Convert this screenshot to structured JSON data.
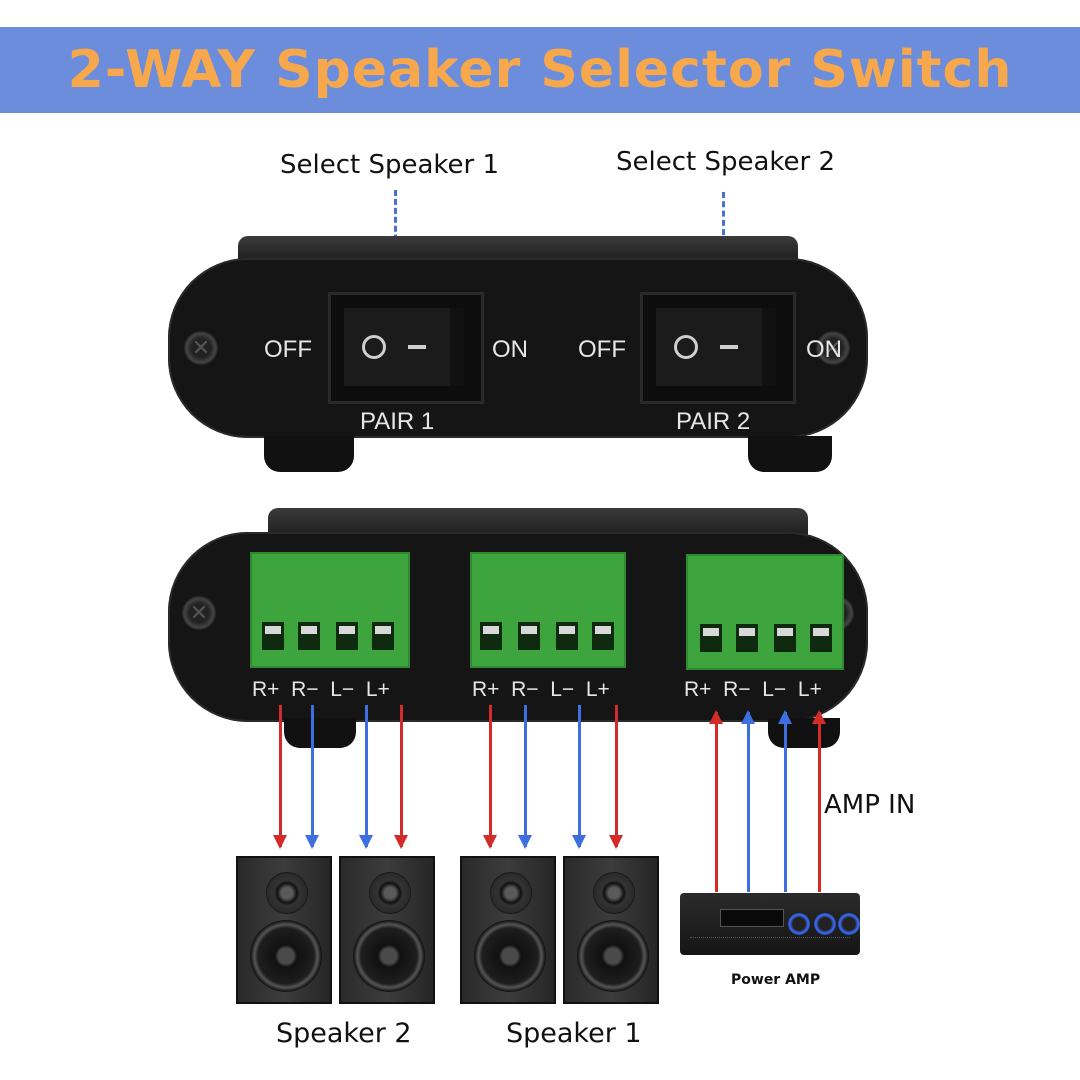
{
  "banner": {
    "title": "2-WAY Speaker Selector Switch",
    "bg_color": "#6b8ddb",
    "text_color": "#f7a84c"
  },
  "callouts": {
    "select_speaker_1": "Select Speaker 1",
    "select_speaker_2": "Select Speaker 2"
  },
  "front_panel": {
    "switches": [
      {
        "off_label": "OFF",
        "on_label": "ON",
        "pair_label": "PAIR 1",
        "off_symbol": "O",
        "on_symbol": "—"
      },
      {
        "off_label": "OFF",
        "on_label": "ON",
        "pair_label": "PAIR 2",
        "off_symbol": "O",
        "on_symbol": "—"
      }
    ]
  },
  "back_panel": {
    "terminals": [
      {
        "labels": [
          "R+",
          "R−",
          "L−",
          "L+"
        ]
      },
      {
        "labels": [
          "R+",
          "R−",
          "L−",
          "L+"
        ]
      },
      {
        "labels": [
          "R+",
          "R−",
          "L−",
          "L+"
        ]
      }
    ],
    "wire_colors": {
      "positive": "#d32a2a",
      "negative": "#3d6fe0"
    }
  },
  "amp_in_label": "AMP IN",
  "power_amp_label": "Power AMP",
  "speaker_captions": {
    "left_pair": "Speaker 2",
    "right_pair": "Speaker 1"
  }
}
